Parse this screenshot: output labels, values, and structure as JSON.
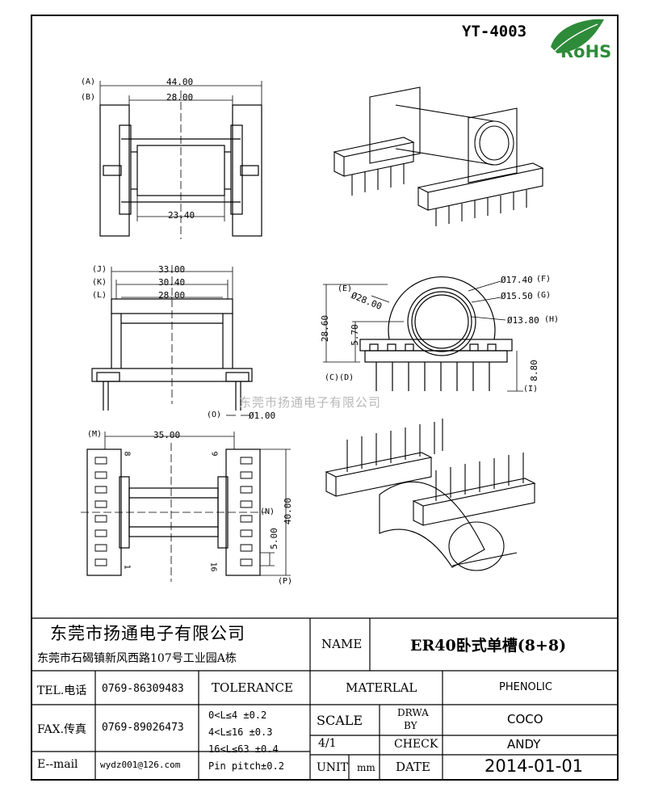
{
  "header": {
    "model": "YT-4003",
    "rohs": "RoHS"
  },
  "watermark": "东莞市扬通电子有限公司",
  "top_view": {
    "ref_a": "(A)",
    "ref_b": "(B)",
    "dim_a": "44.00",
    "dim_b": "28.00",
    "dim_inner": "23.40"
  },
  "front_view": {
    "ref_j": "(J)",
    "ref_k": "(K)",
    "ref_l": "(L)",
    "dim_j": "33.00",
    "dim_k": "30.40",
    "dim_l": "28.00",
    "ref_o": "(O)",
    "dim_o": "Ø1.00"
  },
  "side_view": {
    "ref_e": "(E)",
    "dim_e": "Ø28.00",
    "dim_f": "Ø17.40",
    "ref_f": "(F)",
    "dim_g": "Ø15.50",
    "ref_g": "(G)",
    "dim_h": "Ø13.80",
    "ref_h": "(H)",
    "dim_height": "28.60",
    "dim_570": "5.70",
    "dim_880": "8.80",
    "ref_cd": "(C)(D)",
    "ref_i": "(I)"
  },
  "bottom_view": {
    "ref_m": "(M)",
    "dim_m": "35.00",
    "ref_n": "(N)",
    "dim_n": "40.00",
    "ref_p": "(P)",
    "dim_pitch": "5.00",
    "pin_8": "8",
    "pin_9": "9",
    "pin_1": "1",
    "pin_16": "16"
  },
  "title_block": {
    "company": "东莞市扬通电子有限公司",
    "address": "东莞市石碣镇新风西路107号工业园A栋",
    "name_label": "NAME",
    "product": "ER40卧式单槽(8+8)",
    "tel_label": "TEL.电话",
    "tel": "0769-86309483",
    "fax_label": "FAX.传真",
    "fax": "0769-89026473",
    "email_label": "E--mail",
    "email": "wydz001@126.com",
    "tolerance_label": "TOLERANCE",
    "tol_1": "0<L≤4   ±0.2",
    "tol_2": "4<L≤16  ±0.3",
    "tol_3": "16<L≤63 ±0.4",
    "tol_4": "Pin pitch±0.2",
    "material_label": "MATERLAL",
    "material": "PHENOLIC",
    "scale_label": "SCALE",
    "scale": "4/1",
    "draw_label_1": "DRWA",
    "draw_label_2": "BY",
    "draw_by": "COCO",
    "check_label": "CHECK",
    "check_by": "ANDY",
    "unit_label": "UNIT",
    "unit": "mm",
    "date_label": "DATE",
    "date": "2014-01-01"
  }
}
